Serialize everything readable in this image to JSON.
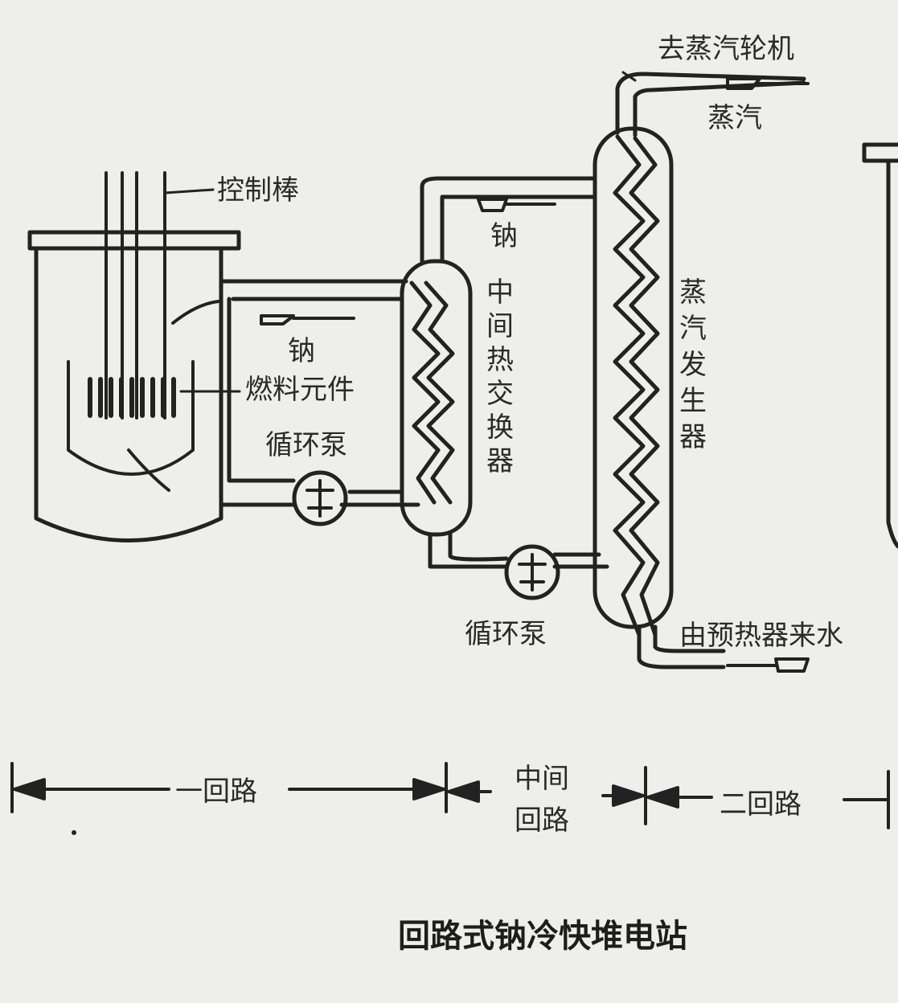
{
  "labels": {
    "control_rods": "控制棒",
    "sodium_primary": "钠",
    "fuel_elements": "燃料元件",
    "pump_primary": "循环泵",
    "sodium_intermediate": "钠",
    "intermediate_hx": "中间热交换器",
    "steam_generator": "蒸汽发生器",
    "to_turbine": "去蒸汽轮机",
    "steam": "蒸汽",
    "pump_intermediate": "循环泵",
    "feedwater": "由预热器来水"
  },
  "loops": {
    "primary": "一回路",
    "intermediate": "中间回路",
    "secondary": "二回路"
  },
  "caption": "回路式钠冷快堆电站",
  "colors": {
    "ink": "#222222",
    "paper": "#eeeeea"
  }
}
